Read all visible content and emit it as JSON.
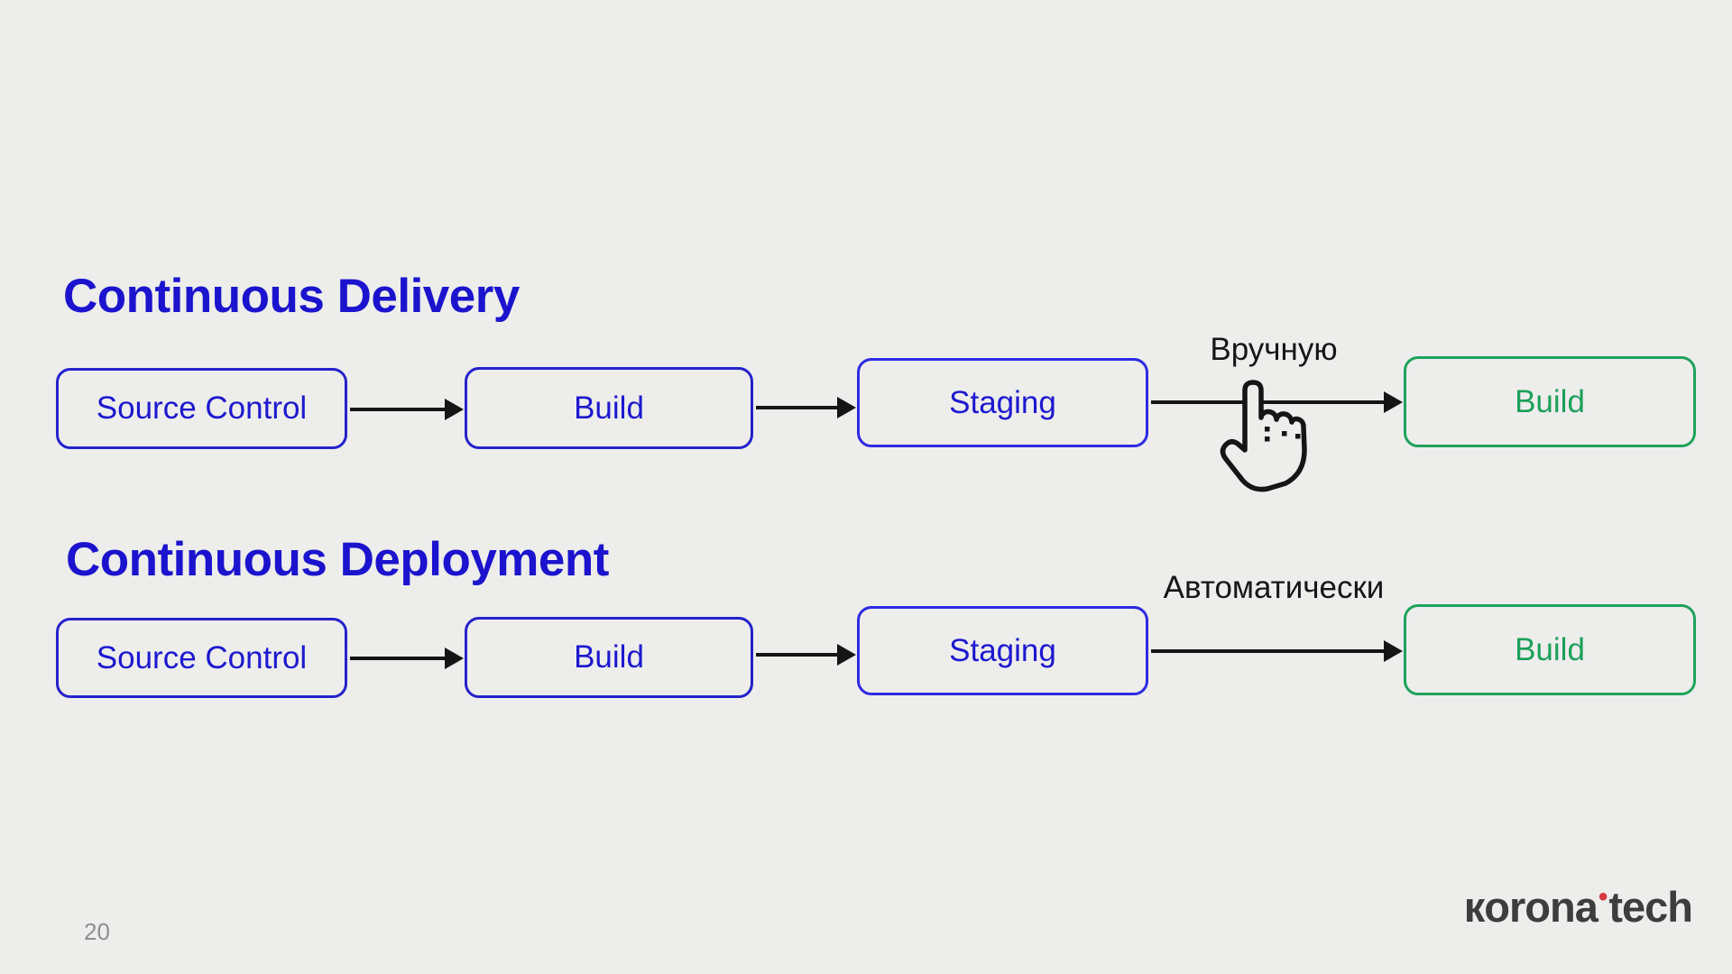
{
  "slide": {
    "background_color": "#ededec",
    "page_number": "20"
  },
  "logo": {
    "part1": "кorona",
    "dot": "•",
    "part2": "tech",
    "text_color": "#3d3d3d",
    "dot_color": "#d8393e"
  },
  "colors": {
    "blue_text": "#1d18cf",
    "blue_border": "#2522cb",
    "staging_border": "#2d2ae2",
    "green": "#1ea35c",
    "arrow_black": "#151515",
    "annotation_black": "#161616",
    "title_blue": "#1b13cd",
    "page_number_gray": "#8f8f8f"
  },
  "sections": [
    {
      "title": "Continuous Delivery",
      "annotation": "Вручную",
      "annotation_icon": "hand-pointer-cursor",
      "boxes": [
        {
          "label": "Source Control",
          "style": "blue"
        },
        {
          "label": "Build",
          "style": "blue"
        },
        {
          "label": "Staging",
          "style": "blue"
        },
        {
          "label": "Build",
          "style": "green"
        }
      ]
    },
    {
      "title": "Continuous Deployment",
      "annotation": "Автоматически",
      "annotation_icon": "none",
      "boxes": [
        {
          "label": "Source Control",
          "style": "blue"
        },
        {
          "label": "Build",
          "style": "blue"
        },
        {
          "label": "Staging",
          "style": "blue"
        },
        {
          "label": "Build",
          "style": "green"
        }
      ]
    }
  ]
}
